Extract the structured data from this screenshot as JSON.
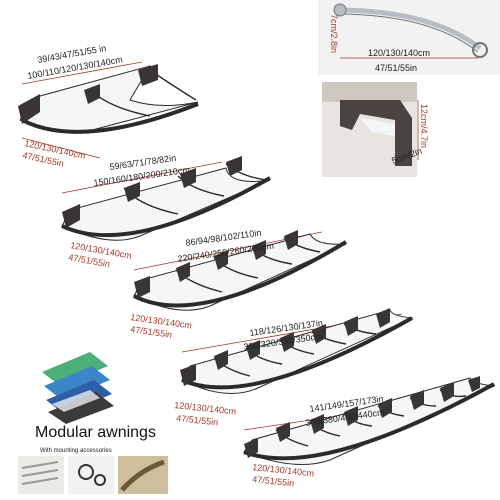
{
  "awnings": [
    {
      "widths_in": "39/43/47/51/55 in",
      "widths_cm": "100/110/120/130/140cm",
      "depth_cm": "120/130/140cm",
      "depth_in": "47/51/55in",
      "panels": 2
    },
    {
      "widths_in": "59/63/71/78/82in",
      "widths_cm": "150/160/180/200/210cm",
      "depth_cm": "120/130/140cm",
      "depth_in": "47/51/55in",
      "panels": 3
    },
    {
      "widths_in": "86/94/98/102/110in",
      "widths_cm": "220/240/250/260/280cm",
      "depth_cm": "120/130/140cm",
      "depth_in": "47/51/55in",
      "panels": 4
    },
    {
      "widths_in": "118/126/130/137in",
      "widths_cm": "300/320/330/350cm",
      "depth_cm": "120/130/140cm",
      "depth_in": "47/51/55in",
      "panels": 6
    },
    {
      "widths_in": "141/149/157/173in",
      "widths_cm": "360/380/400/440cm",
      "depth_cm": "120/130/140cm",
      "depth_in": "47/51/55in",
      "panels": 7
    }
  ],
  "bracket_detail": {
    "height_label": "7cm/2.8in",
    "span_cm": "120/130/140cm",
    "span_in": "47/51/55in"
  },
  "mount_detail": {
    "height_label": "12cm/4.7in",
    "base_label": "5cm/2in"
  },
  "modular_title": "Modular awnings",
  "accessories_label": "With mounting accessories",
  "colors": {
    "frame": "#2b2b2b",
    "panel": "#f4f6f8",
    "red_dim": "#a33a2a",
    "bracket_grey": "#4a4340"
  }
}
